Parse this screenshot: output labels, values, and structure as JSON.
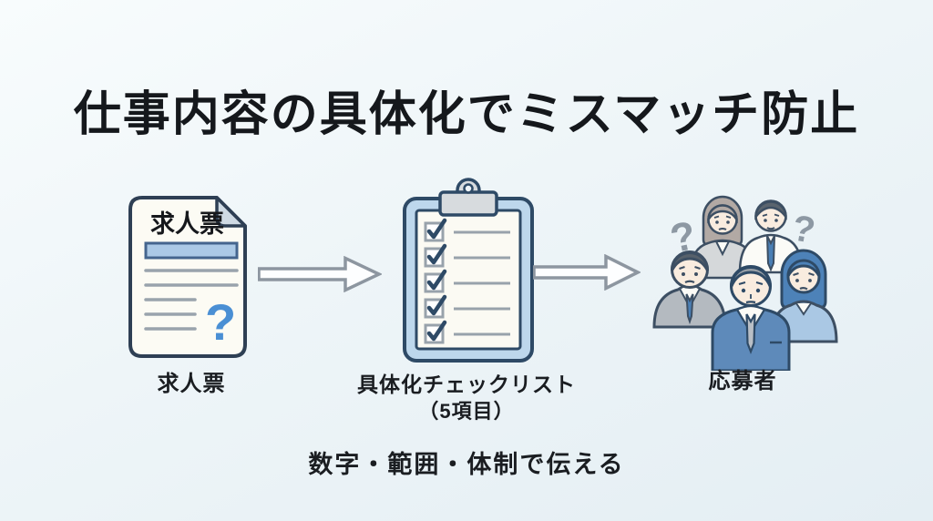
{
  "title": "仕事内容の具体化でミスマッチ防止",
  "flow": {
    "source": {
      "icon": "job-posting-document-icon",
      "doc_heading": "求人票",
      "doc_question_mark": "?",
      "label": "求人票"
    },
    "arrow1": {
      "icon": "arrow-right-icon"
    },
    "process": {
      "icon": "checklist-clipboard-icon",
      "label": "具体化チェックリスト",
      "sublabel": "（5項目）",
      "checklist_rows": 5
    },
    "arrow2": {
      "icon": "arrow-right-icon"
    },
    "result": {
      "icon": "applicants-group-icon",
      "label": "応募者",
      "question_mark_left": "?",
      "question_mark_right": "?"
    }
  },
  "footer": "数字・範囲・体制で伝える",
  "colors": {
    "background_top": "#f8fcfd",
    "background_bottom": "#e4eef3",
    "outline_navy": "#2e4258",
    "highlight_bar_fill": "#abc9e6",
    "highlight_bar_border": "#44658e",
    "gray_line": "#99a3ac",
    "question_blue": "#4a8fd4",
    "clipboard_frame": "#bdd7ec",
    "clip_gray": "#d7dbde",
    "check_navy": "#2e4a66",
    "arrow_gray": "#8d96a0",
    "suit_blue": "#5e8aba",
    "suit_gray": "#b4bac0",
    "shirt_white": "#fbfbf7",
    "tie_blue": "#4a7fb5",
    "hair_dark": "#5a646e",
    "hair_gray": "#9aa1a8",
    "hair_taupe": "#b2a9a4",
    "hair_blue": "#4d82b8",
    "top_lightblue": "#aac8e4",
    "skin": "#f9ecdf",
    "question_gray": "#8d98a3",
    "text_black": "#15181c"
  }
}
